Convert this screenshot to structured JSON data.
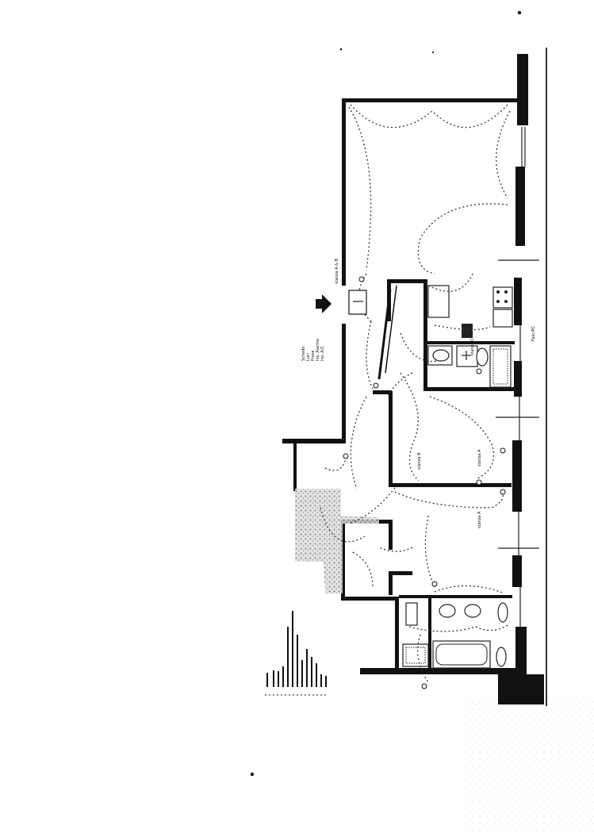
{
  "labels": {
    "room_ab": "stanza A & B",
    "room_b": "stanza B",
    "room_a_upper": "stanza A",
    "room_a_lower": "stanza A",
    "room_service": "stanza C",
    "top_dim": "Fasc/PC",
    "legend_col1": "Schede",
    "legend_col2": "Luci",
    "legend_col3": "Prese",
    "legend_col4": "Ins. Alarme",
    "legend_col5": "Ins. A/C"
  },
  "icons": {
    "entry_arrow": "arrow-right-icon",
    "outlet": "outlet-icon",
    "light_point": "ceiling-light-icon"
  },
  "colors": {
    "wall": "#111111",
    "wire": "#333333",
    "paper": "#ffffff"
  }
}
